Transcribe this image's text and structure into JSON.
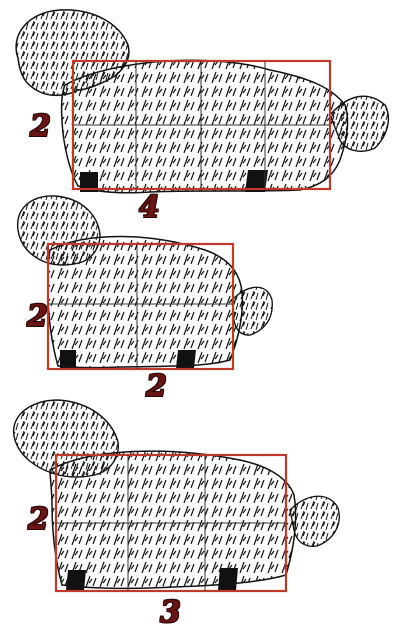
{
  "figures": [
    {
      "proportion": {
        "height_units": "2",
        "length_units": "4"
      },
      "colors": {
        "box": "#c0392b",
        "grid": "#333333",
        "ink": "#111111",
        "label": "#6b1414"
      }
    },
    {
      "proportion": {
        "height_units": "2",
        "length_units": "2"
      },
      "colors": {
        "box": "#c0392b",
        "grid": "#333333",
        "ink": "#111111",
        "label": "#6b1414"
      }
    },
    {
      "proportion": {
        "height_units": "2",
        "length_units": "3"
      },
      "colors": {
        "box": "#c0392b",
        "grid": "#333333",
        "ink": "#111111",
        "label": "#6b1414"
      }
    }
  ]
}
